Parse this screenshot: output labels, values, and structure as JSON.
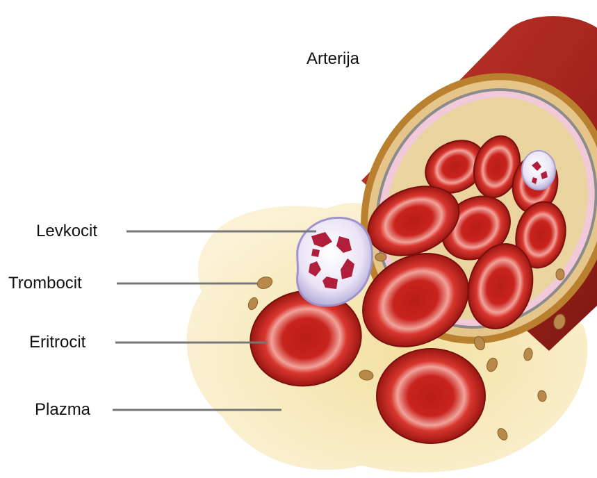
{
  "title": "Arterija",
  "labels": {
    "levkocit": "Levkocit",
    "trombocit": "Trombocit",
    "eritrocit": "Eritrocit",
    "plazma": "Plazma"
  },
  "colors": {
    "vessel_red": "#a8271f",
    "vessel_dark": "#7d1712",
    "plasma": "#f6e6b0",
    "rbc": "#c8241e",
    "rbc_dark": "#8f1410",
    "rbc_highlight": "#f4a7a0",
    "wbc": "#ece8f8",
    "wbc_nucleus": "#b01e3c",
    "platelet": "#b8894a",
    "leader": "#777777"
  }
}
